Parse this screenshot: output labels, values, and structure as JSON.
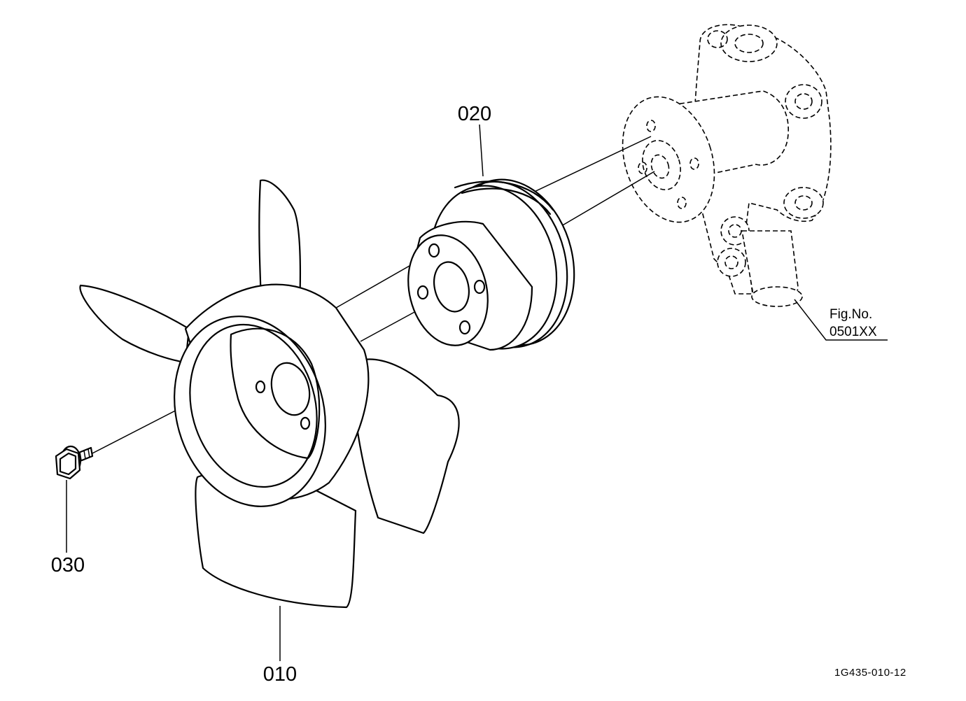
{
  "diagram": {
    "parts": {
      "fan": "010",
      "pulley": "020",
      "bolt": "030"
    },
    "reference": {
      "fig_label": "Fig.No.",
      "fig_number": "0501XX"
    },
    "drawing_code": "1G435-010-12",
    "colors": {
      "line": "#000000",
      "background": "#ffffff"
    }
  }
}
